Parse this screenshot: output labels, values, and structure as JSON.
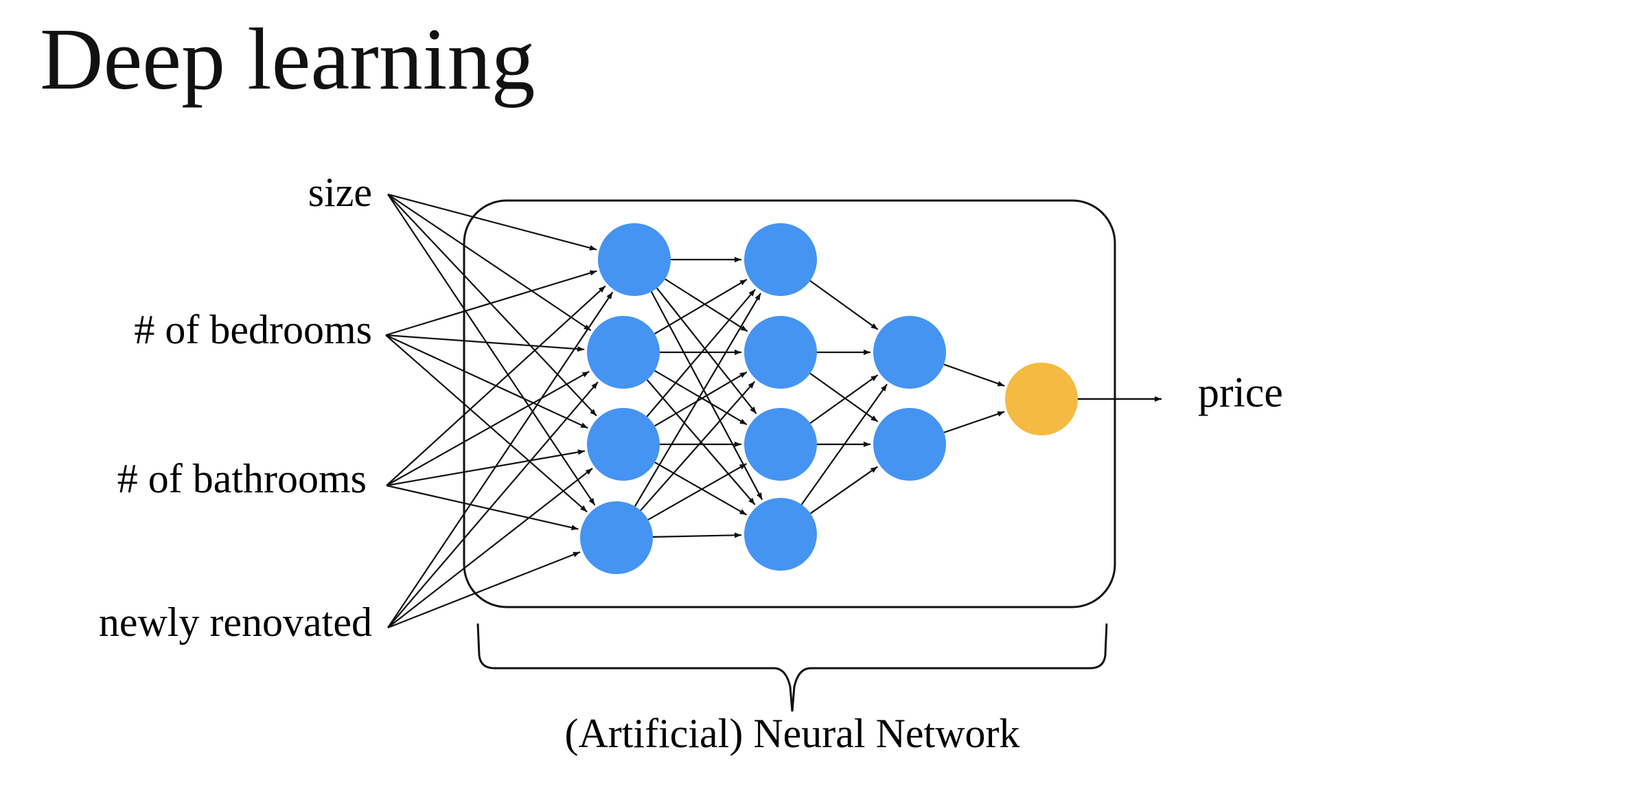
{
  "slide": {
    "title": "Deep learning"
  },
  "diagram": {
    "inputs": [
      "size",
      "# of bedrooms",
      "# of bathrooms",
      "newly renovated"
    ],
    "output_label": "price",
    "network_label": "(Artificial) Neural Network",
    "hidden_layers": [
      4,
      4,
      2
    ],
    "output_nodes": 1,
    "colors": {
      "hidden_node": "#4594F2",
      "output_node": "#F4BA42",
      "line": "#111111"
    }
  }
}
